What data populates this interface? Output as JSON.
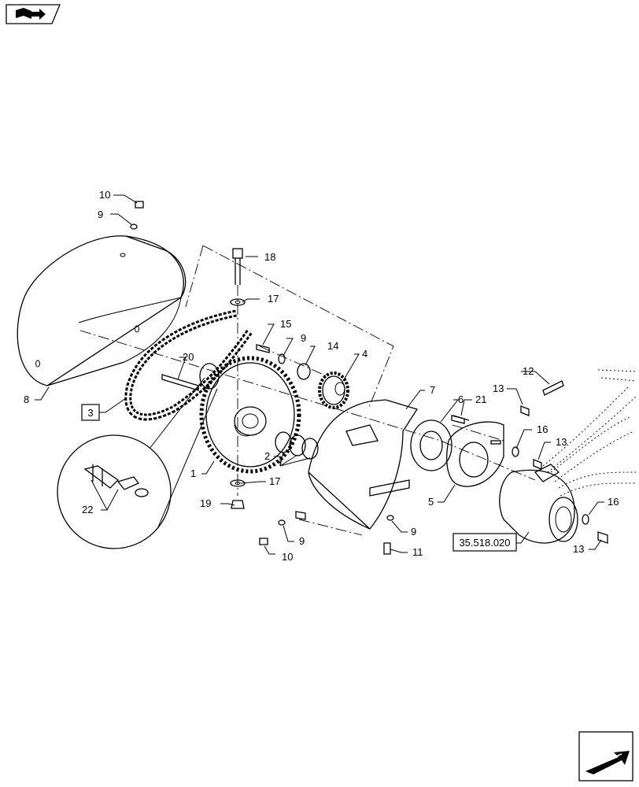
{
  "nav": {
    "top_left_icon": "book-open-icon",
    "bottom_right_icon": "next-page-arrow-icon"
  },
  "reference_box": "35.518.020",
  "callouts": {
    "c1": "1",
    "c2": "2",
    "c3": "3",
    "c4": "4",
    "c5": "5",
    "c6": "6",
    "c7": "7",
    "c8": "8",
    "c9a": "9",
    "c9b": "9",
    "c9c": "9",
    "c9d": "9",
    "c10a": "10",
    "c10b": "10",
    "c11": "11",
    "c12": "12",
    "c13a": "13",
    "c13b": "13",
    "c13c": "13",
    "c14": "14",
    "c15": "15",
    "c16a": "16",
    "c16b": "16",
    "c17a": "17",
    "c17b": "17",
    "c18": "18",
    "c19": "19",
    "c20": "20",
    "c21": "21",
    "c22": "22"
  }
}
